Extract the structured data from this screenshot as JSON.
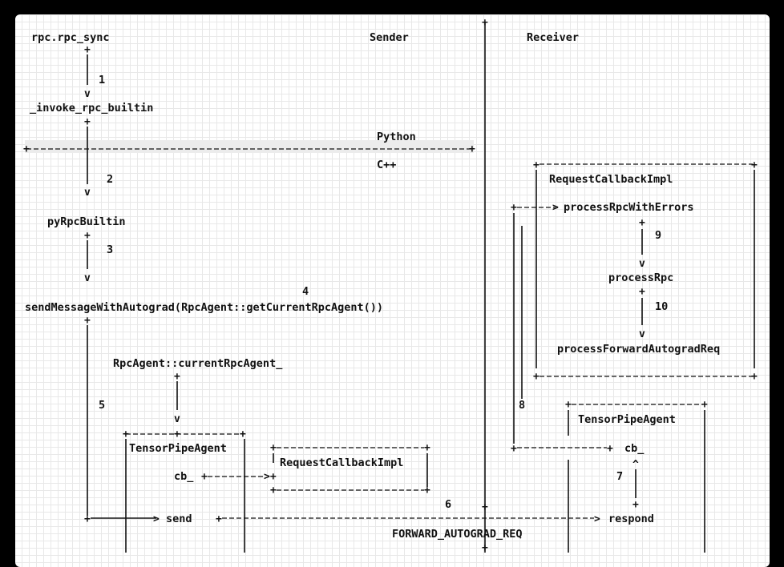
{
  "labels": {
    "rpc_sync": "rpc.rpc_sync",
    "sender": "Sender",
    "receiver": "Receiver",
    "invoke_builtin": "_invoke_rpc_builtin",
    "python": "Python",
    "cpp": "C++",
    "py_rpc_builtin": "pyRpcBuiltin",
    "send_message": "sendMessageWithAutograd(RpcAgent::getCurrentRpcAgent())",
    "current_rpc_agent": "RpcAgent::currentRpcAgent_",
    "tp_agent_sender": "TensorPipeAgent",
    "request_callback_impl_sender": "RequestCallbackImpl",
    "cb_sender": "cb_",
    "send": "send",
    "forward_autograd_req": "FORWARD_AUTOGRAD_REQ",
    "respond": "respond",
    "request_callback_impl_receiver": "RequestCallbackImpl",
    "process_rpc_with_errors": "processRpcWithErrors",
    "process_rpc": "processRpc",
    "process_forward_autograd_req": "processForwardAutogradReq",
    "tp_agent_receiver": "TensorPipeAgent",
    "cb_receiver": "cb_"
  },
  "steps": {
    "s1": "1",
    "s2": "2",
    "s3": "3",
    "s4": "4",
    "s5": "5",
    "s6": "6",
    "s7": "7",
    "s8": "8",
    "s9": "9",
    "s10": "10"
  }
}
